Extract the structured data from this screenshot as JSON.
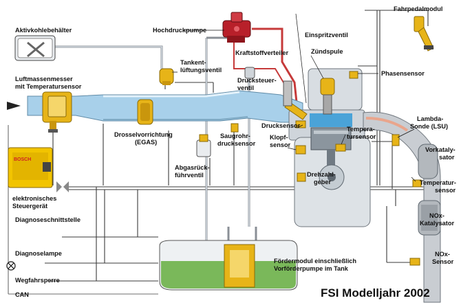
{
  "title": "FSI Modelljahr 2002",
  "ecu_brand": "BOSCH",
  "colors": {
    "air_duct": "#a8d0ea",
    "high_pressure_pump": "#b8202a",
    "fuel_line": "#c63a3a",
    "ecu": "#f2c400",
    "sensor_yellow": "#e7b418",
    "tank_green": "#7ab85a",
    "engine_block": "#d8dde2",
    "exhaust": "#c9cdd2",
    "exhaust_gas": "#e9a58c",
    "wire": "#3a3a3a",
    "fuel_tube": "#8a8f96"
  },
  "labels": {
    "aktivkohle": "Aktivkohlebehälter",
    "hochdruckpumpe": "Hochdruckpumpe",
    "fahrpedal": "Fahrpedalmodul",
    "einspritzventil": "Einspritzventil",
    "kraftstoffverteiler": "Kraftstoffverteiler",
    "zuendspule": "Zündspule",
    "tankentl_1": "Tankent-",
    "tankentl_2": "lüftungsventil",
    "luftmassen_1": "Luftmassenmesser",
    "luftmassen_2": "mit Temperatursensor",
    "drucksteuer_1": "Drucksteuer-",
    "drucksteuer_2": "ventil",
    "phasensensor": "Phasensensor",
    "lambda_1": "Lambda-",
    "lambda_2": "Sonde (LSU)",
    "drucksensor": "Drucksensor",
    "temp_1": "Tempera-",
    "temp_2": "tursensor",
    "drossel_1": "Drosselvorrichtung",
    "drossel_2": "(EGAS)",
    "saugrohr_1": "Saugrohr-",
    "saugrohr_2": "drucksensor",
    "klopf_1": "Klopf-",
    "klopf_2": "sensor",
    "vorkat_1": "Vorkataly-",
    "vorkat_2": "sator",
    "agr_1": "Abgasrück-",
    "agr_2": "führventil",
    "drehzahl_1": "Drehzahl-",
    "drehzahl_2": "geber",
    "temperatur_1": "Temperatur-",
    "temperatur_2": "sensor",
    "steuergeraet_1": "elektronisches",
    "steuergeraet_2": "Steuergerät",
    "diagnoseschnitt": "Diagnoseschnittstelle",
    "nox_kat_1": "NOx-",
    "nox_kat_2": "Katalysator",
    "diagnoselampe": "Diagnoselampe",
    "nox_sensor_1": "NOx-",
    "nox_sensor_2": "Sensor",
    "foerder_1": "Fördermodul einschließlich",
    "foerder_2": "Vorförderpumpe im Tank",
    "wegfahr": "Wegfahrsperre",
    "can": "CAN"
  }
}
